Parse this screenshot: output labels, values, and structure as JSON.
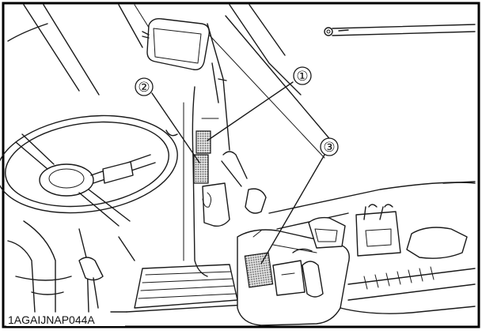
{
  "figure_code": "1AGAIJNAP044A",
  "callouts": [
    {
      "label": "①",
      "target": "upper label on cab pillar"
    },
    {
      "label": "②",
      "target": "lower label on cab pillar"
    },
    {
      "label": "③",
      "target": "label on side console"
    }
  ],
  "colors": {
    "line": "#1a1a1a",
    "background": "#ffffff",
    "label_fill": "#9a9a9a",
    "frame": "#000000"
  }
}
